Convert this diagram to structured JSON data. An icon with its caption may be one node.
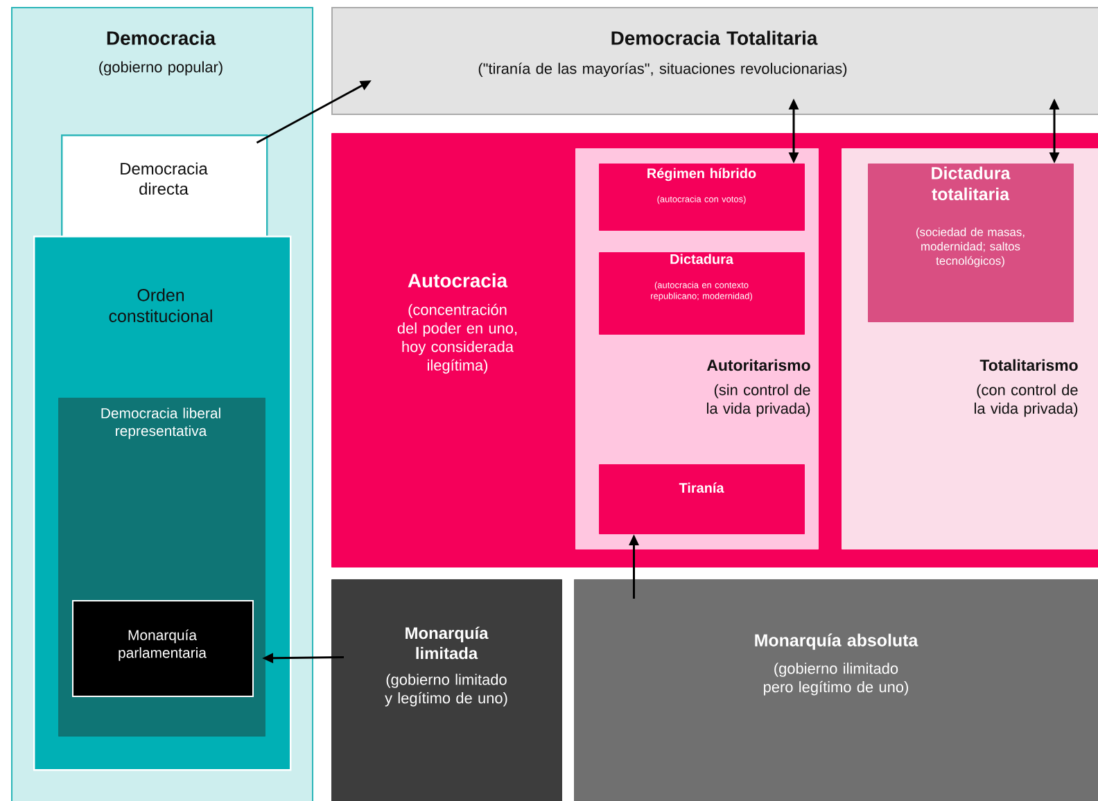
{
  "diagram": {
    "nodes": [
      {
        "text": [
          "Democracia",
          "(gobierno popular)"
        ]
      },
      {
        "text": [
          "Democracia directa"
        ],
        "in": 0
      },
      {
        "text": [
          "Orden constitucional"
        ],
        "in": 0
      },
      {
        "text": [
          "Democracia liberal representativa"
        ],
        "in": 2
      },
      {
        "text": [
          "Monarquía parlamentaria"
        ],
        "in": 3
      },
      {
        "text": [
          "Democracia Totalitaria",
          "(\"tiranía de las mayorías\", situaciones revolucionarias)"
        ]
      },
      {
        "text": [
          "Autocracia",
          "(concentración del poder en uno, hoy considerada ilegítima)"
        ]
      },
      {
        "text": [
          "Autoritarismo",
          "(sin control de la vida privada)"
        ],
        "in": 6
      },
      {
        "text": [
          "Régimen híbrido",
          "(autocracia con votos)"
        ],
        "in": 7
      },
      {
        "text": [
          "Dictadura",
          "(autocracia en contexto republicano; modernidad)"
        ],
        "in": 7
      },
      {
        "text": [
          "Tiranía"
        ],
        "in": 7
      },
      {
        "text": [
          "Totalitarismo",
          "(con control de la vida privada)"
        ],
        "in": 6
      },
      {
        "text": [
          "Dictadura totalitaria",
          "(sociedad de masas, modernidad; saltos tecnológicos)"
        ],
        "in": 11
      },
      {
        "text": [
          "Monarquía limitada",
          "(gobierno limitado y legítimo de uno)"
        ]
      },
      {
        "text": [
          "Monarquía absoluta",
          "(gobierno ilimitado pero legítimo de uno)"
        ]
      }
    ],
    "edges": [
      {
        "from": 1,
        "to": 5,
        "arrow": "to"
      },
      {
        "from": 5,
        "to": 8,
        "arrow": "both"
      },
      {
        "from": 5,
        "to": 12,
        "arrow": "both"
      },
      {
        "from": 14,
        "to": 10,
        "arrow": "to"
      },
      {
        "from": 13,
        "to": 4,
        "arrow": "to"
      }
    ]
  }
}
